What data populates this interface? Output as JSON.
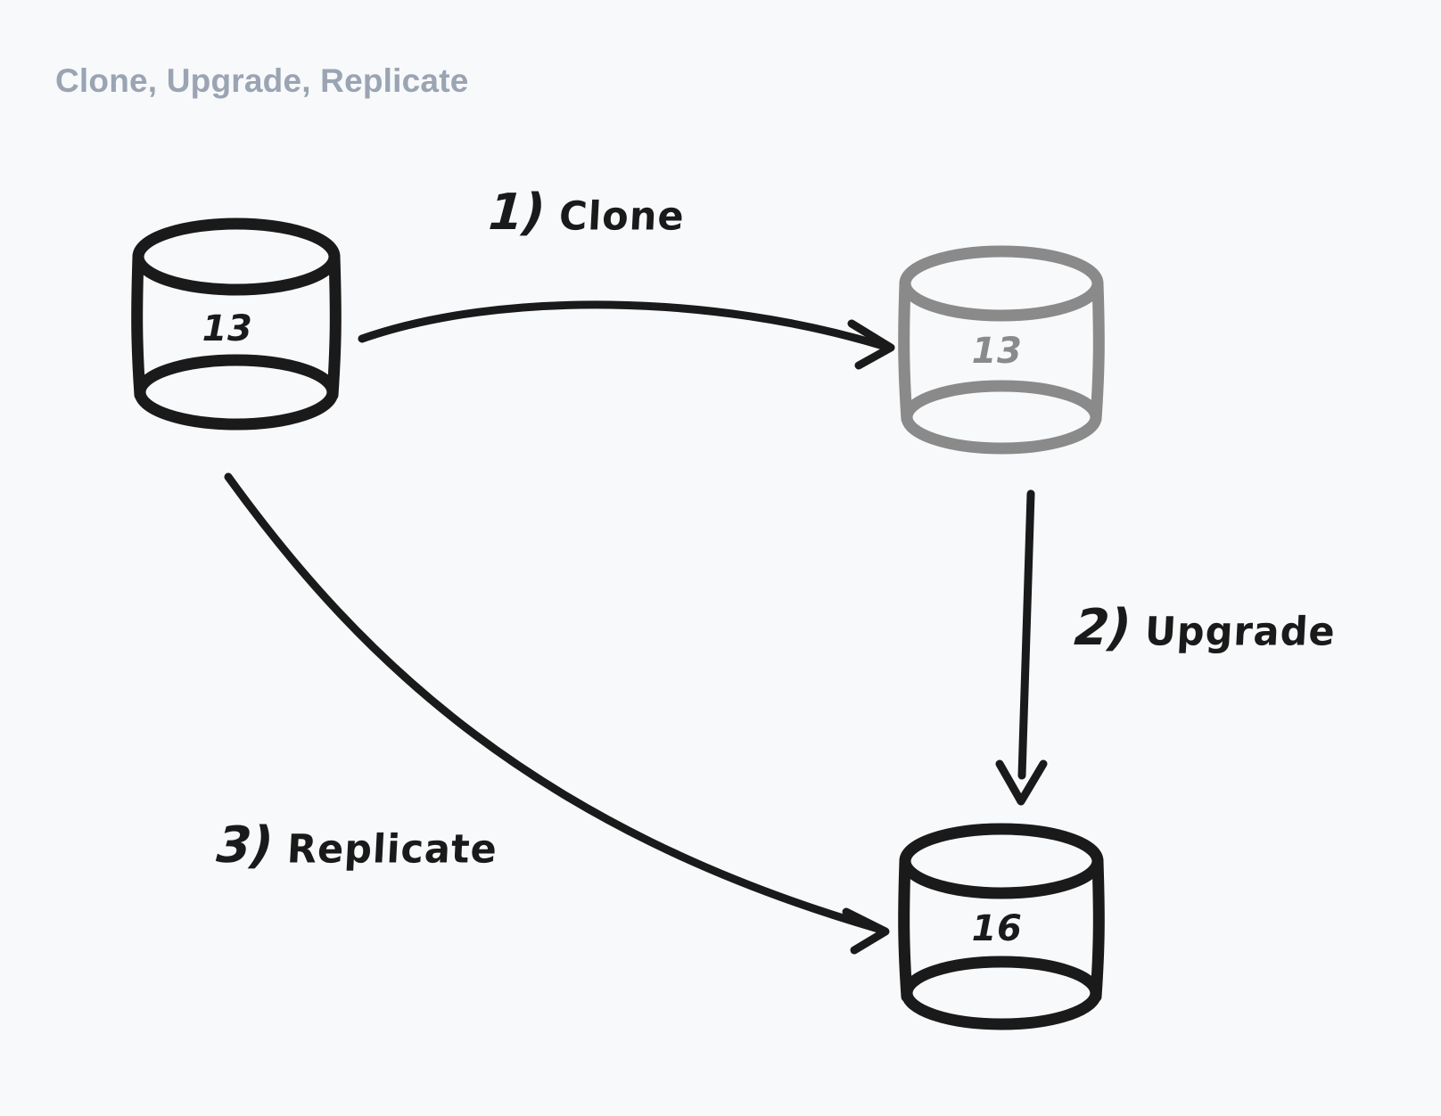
{
  "page": {
    "title": "Clone, Upgrade, Replicate",
    "background_color": "#f7f9fb",
    "title_color": "#9aa4b2",
    "ink_color": "#1a1a1a",
    "muted_ink_color": "#8a8a8a"
  },
  "nodes": [
    {
      "id": "source-db",
      "icon": "database-cylinder-icon",
      "value": "13",
      "state": "active",
      "color": "#1a1a1a"
    },
    {
      "id": "clone-db",
      "icon": "database-cylinder-icon",
      "value": "13",
      "state": "dimmed",
      "color": "#8a8a8a"
    },
    {
      "id": "upgraded-db",
      "icon": "database-cylinder-icon",
      "value": "16",
      "state": "active",
      "color": "#1a1a1a"
    }
  ],
  "steps": [
    {
      "id": "clone",
      "number": "1)",
      "label": "Clone",
      "arrow": "curved-arrow-right-icon"
    },
    {
      "id": "upgrade",
      "number": "2)",
      "label": "Upgrade",
      "arrow": "straight-arrow-down-icon"
    },
    {
      "id": "replicate",
      "number": "3)",
      "label": "Replicate",
      "arrow": "curved-arrow-down-right-icon"
    }
  ]
}
